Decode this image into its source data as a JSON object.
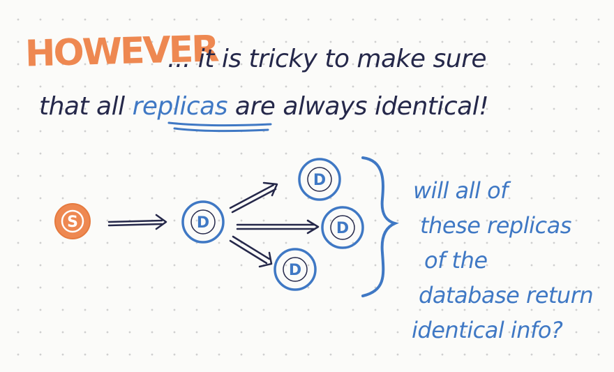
{
  "header": {
    "however": "HOWEVER",
    "rest": "... it is tricky to make sure",
    "line2_before": "that all ",
    "replicas": "replicas",
    "line2_after": " are always identical!"
  },
  "diagram": {
    "source_label": "S",
    "db_label": "D",
    "colors": {
      "source": "#ee8851",
      "database": "#3f78c4",
      "ink": "#25284a",
      "note": "#3f78c4"
    }
  },
  "note": {
    "lines": [
      "will all of",
      "these replicas",
      "of the",
      "database return",
      "identical info?"
    ]
  }
}
